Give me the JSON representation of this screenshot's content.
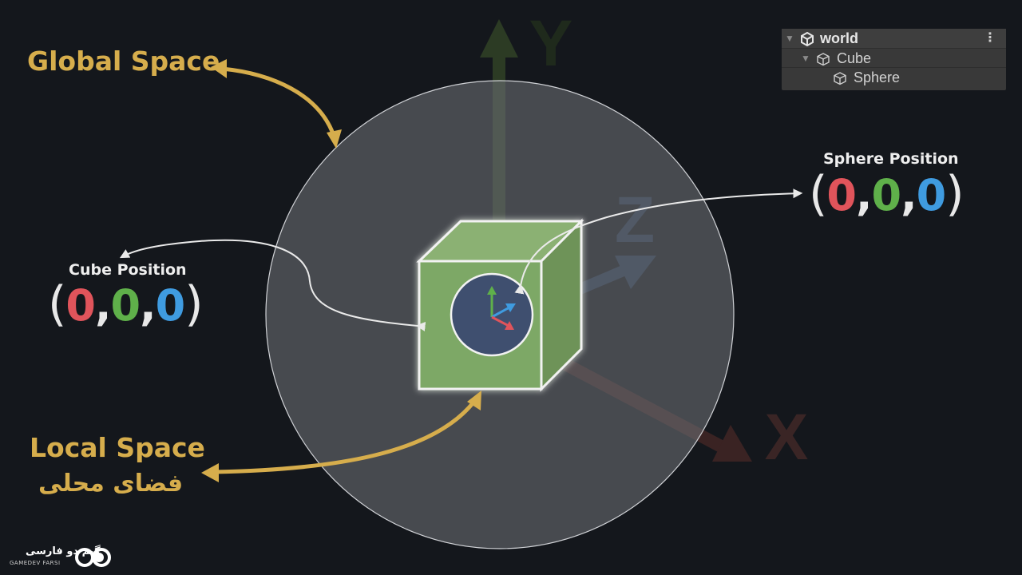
{
  "labels": {
    "global_space": "Global Space",
    "local_space": "Local Space",
    "local_space_fa": "فضای محلی"
  },
  "axes": {
    "x": "X",
    "y": "Y",
    "z": "Z"
  },
  "cube_position": {
    "title": "Cube Position",
    "open": "(",
    "x": "0",
    "sep1": ",",
    "y": "0",
    "sep2": ",",
    "z": "0",
    "close": ")"
  },
  "sphere_position": {
    "title": "Sphere Position",
    "open": "(",
    "x": "0",
    "sep1": ",",
    "y": "0",
    "sep2": ",",
    "z": "0",
    "close": ")"
  },
  "hierarchy": {
    "items": [
      {
        "label": "world",
        "bold": true,
        "expanded": true,
        "icon": "unity-logo-icon"
      },
      {
        "label": "Cube",
        "bold": false,
        "expanded": true,
        "icon": "cube-icon"
      },
      {
        "label": "Sphere",
        "bold": false,
        "expanded": false,
        "icon": "cube-icon"
      }
    ],
    "menu_icon": "⋮"
  },
  "logo": {
    "text_fa": "گیم دو فارسی",
    "text_en": "GAMEDEV FARSI"
  },
  "colors": {
    "background": "#14171c",
    "gold": "#d6ad4c",
    "x_axis": "#e0545b",
    "y_axis": "#5fb04a",
    "z_axis": "#3f9be0",
    "cube_fill": "#7da866",
    "sphere_fill": "#6c7076",
    "inner_circle": "#3f4f6f"
  }
}
